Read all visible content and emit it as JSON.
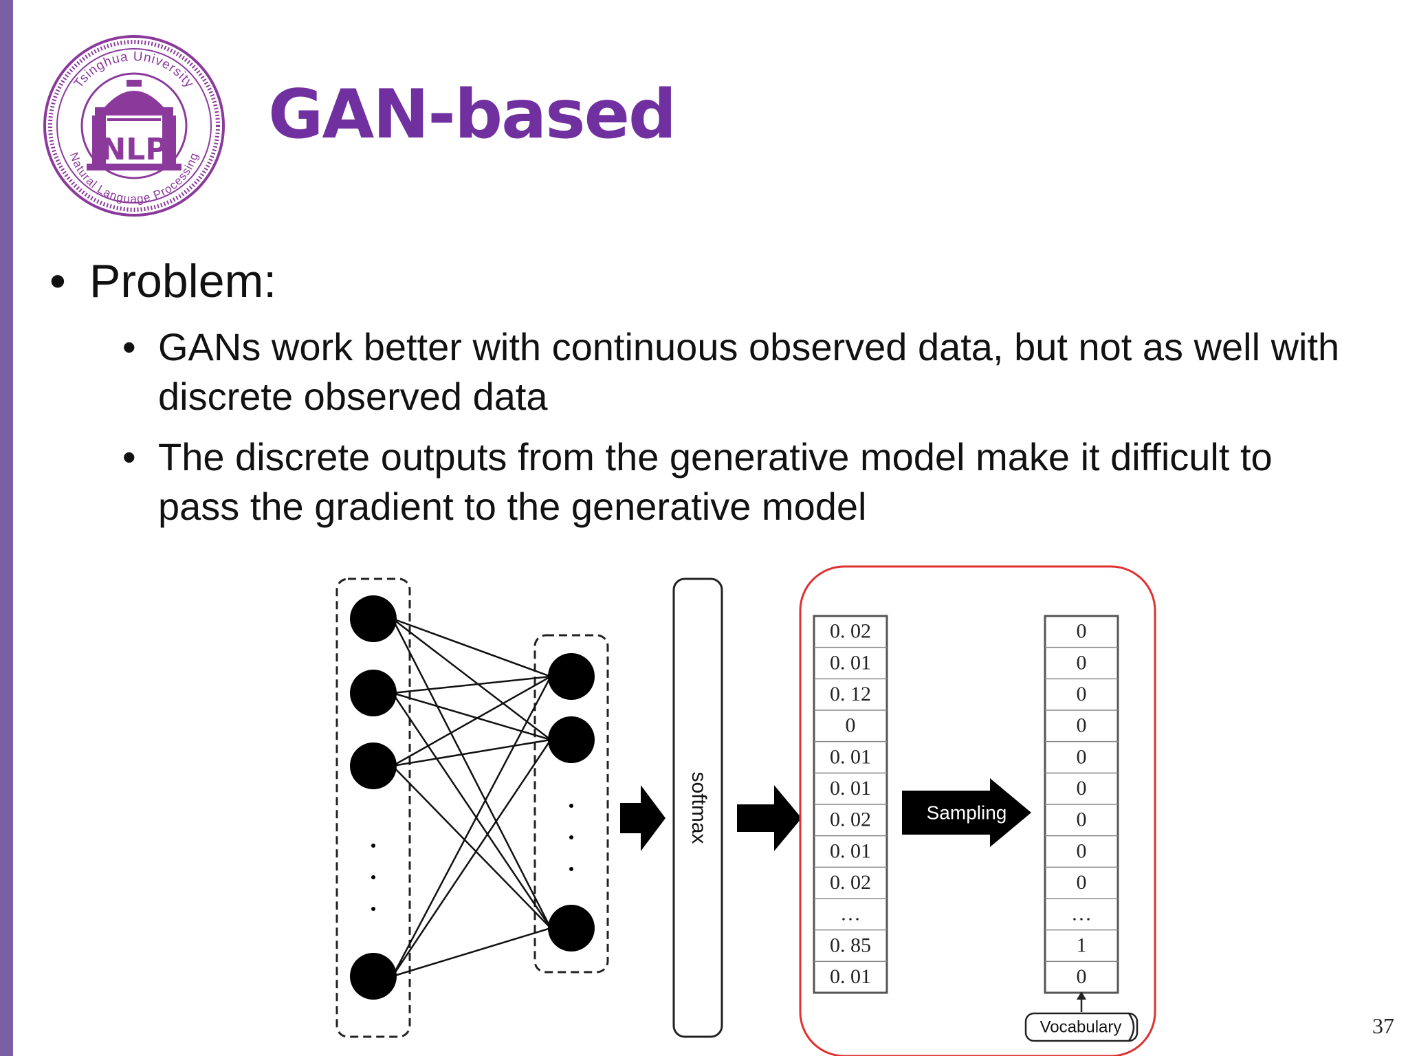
{
  "slide": {
    "title": "GAN-based",
    "page_number": "37",
    "accent_color": "#7030a0",
    "side_bar_color": "#7a5fa5"
  },
  "logo": {
    "top_text": "Tsinghua University",
    "center_text": "NLP",
    "bottom_text": "Natural Language Processing",
    "icon": "tsinghua-nlp-seal"
  },
  "bullets": {
    "main": "Problem:",
    "sub": [
      "GANs work better with continuous observed data, but not as well with discrete observed data",
      "The discrete outputs from the generative model make it difficult to pass the gradient to the generative model"
    ]
  },
  "figure": {
    "softmax_label": "softmax",
    "sampling_label": "Sampling",
    "vocabulary_label": "Vocabulary",
    "probabilities": [
      "0. 02",
      "0. 01",
      "0. 12",
      "0",
      "0. 01",
      "0. 01",
      "0. 02",
      "0. 01",
      "0. 02",
      "…",
      "0. 85",
      "0. 01"
    ],
    "one_hot": [
      "0",
      "0",
      "0",
      "0",
      "0",
      "0",
      "0",
      "0",
      "0",
      "…",
      "1",
      "0"
    ],
    "highlight_color": "#e03030"
  }
}
